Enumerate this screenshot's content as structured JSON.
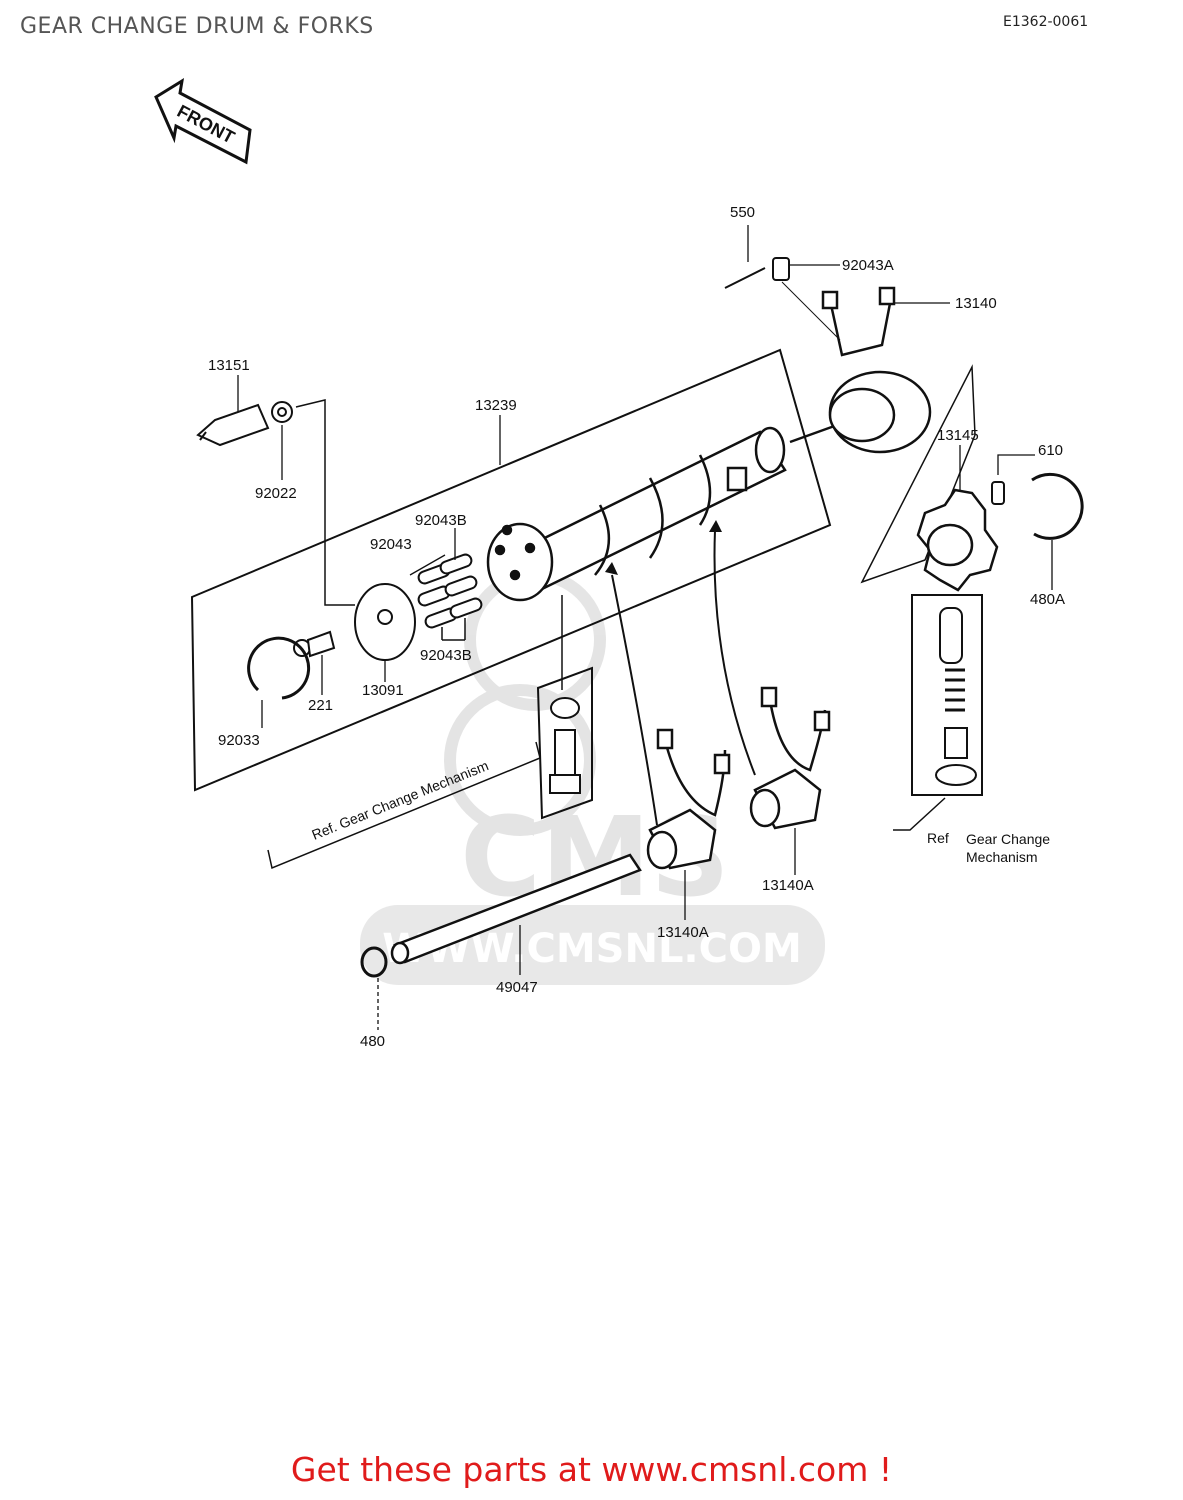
{
  "header": {
    "title": "GEAR CHANGE DRUM & FORKS",
    "diagram_code": "E1362-0061"
  },
  "front_arrow_label": "FRONT",
  "parts": {
    "p550": "550",
    "p92043A": "92043A",
    "p13140": "13140",
    "p13151": "13151",
    "p13239": "13239",
    "p92022": "92022",
    "p13145": "13145",
    "p610": "610",
    "p92043B_top": "92043B",
    "p92043": "92043",
    "p480A": "480A",
    "p92043B_bottom": "92043B",
    "p221": "221",
    "p13091": "13091",
    "p92033": "92033",
    "p13140A_right": "13140A",
    "p13140A_left": "13140A",
    "p49047": "49047",
    "p480": "480"
  },
  "ref_notes": {
    "left": "Ref. Gear Change Mechanism",
    "right_prefix": "Ref",
    "right_line1": "Gear Change",
    "right_line2": "Mechanism"
  },
  "watermark": "WWW.CMSNL.COM",
  "watermark_logo": "CMS",
  "footer": {
    "cta": "Get these parts at www.cmsnl.com !"
  }
}
